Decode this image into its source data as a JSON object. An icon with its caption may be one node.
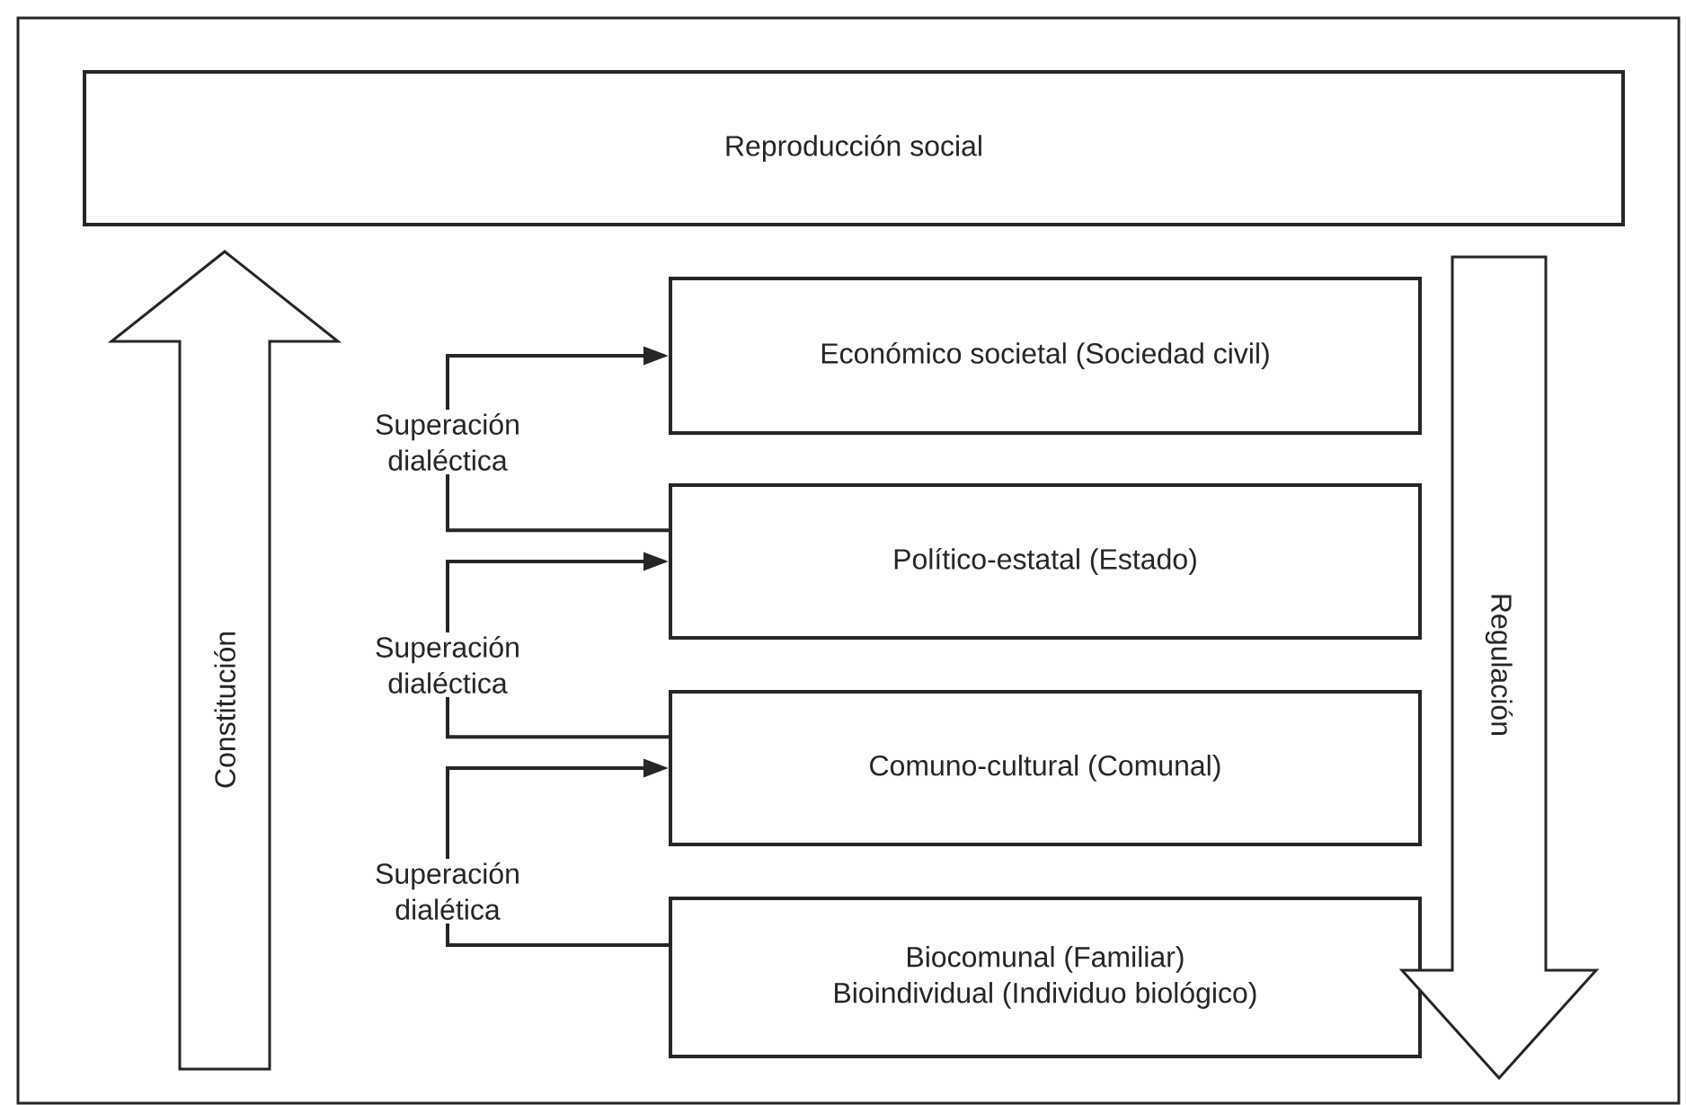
{
  "diagram": {
    "nodes": [
      {
        "text": [
          "Reproducción social"
        ]
      },
      {
        "text": [
          "Constitución"
        ]
      },
      {
        "text": [
          "Económico societal (Sociedad civil)"
        ]
      },
      {
        "text": [
          "Político-estatal (Estado)"
        ]
      },
      {
        "text": [
          "Comuno-cultural (Comunal)"
        ]
      },
      {
        "text": [
          "Biocomunal (Familiar)",
          "Bioindividual (Individuo biológico)"
        ]
      },
      {
        "text": [
          "Regulación"
        ]
      }
    ],
    "edges": [
      {
        "from": 3,
        "to": 2,
        "arrow": "to",
        "label": "Superación dialéctica"
      },
      {
        "from": 4,
        "to": 3,
        "arrow": "to",
        "label": "Superación dialéctica"
      },
      {
        "from": 5,
        "to": 4,
        "arrow": "to",
        "label": "Superación dialética"
      }
    ]
  }
}
